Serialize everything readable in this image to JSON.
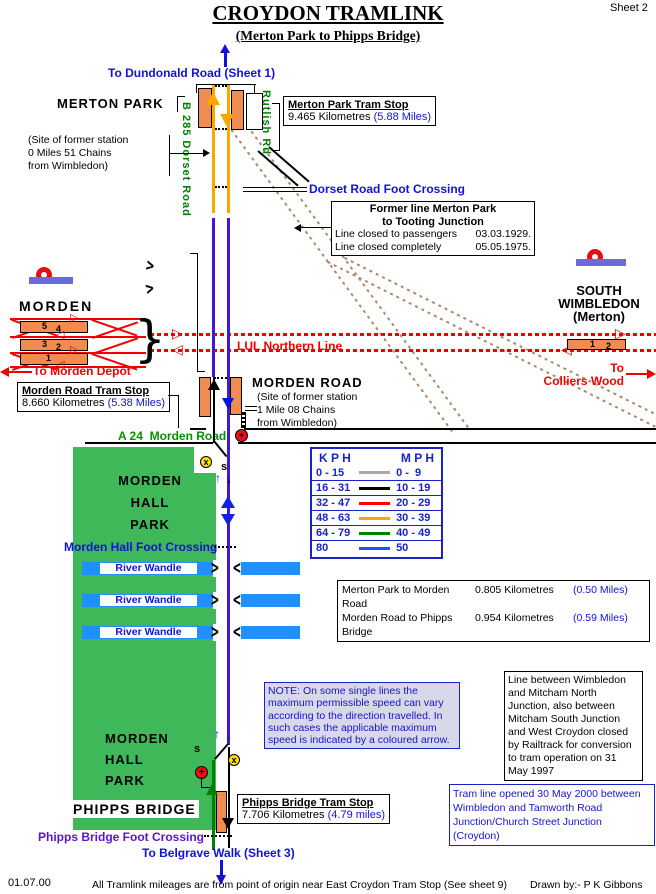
{
  "header": {
    "title": "CROYDON TRAMLINK",
    "subtitle": "(Merton Park to Phipps Bridge)",
    "sheet": "Sheet 2"
  },
  "nav": {
    "to_dundonald": "To Dundonald Road (Sheet 1)",
    "to_belgrave": "To Belgrave Walk (Sheet 3)",
    "to_morden_depot": "To Morden Depot",
    "to_colliers_line1": "To",
    "to_colliers_line2": "Colliers Wood"
  },
  "stations": {
    "merton_park": {
      "label": "MERTON PARK",
      "stop_title": "Merton Park Tram Stop",
      "km": "9.465 Kilometres",
      "miles": "(5.88 Miles)",
      "site_note": [
        "(Site of former station",
        "0 Miles 51 Chains",
        "from Wimbledon)"
      ]
    },
    "morden": {
      "label": "MORDEN",
      "platforms": [
        "5",
        "4",
        "3",
        "2",
        "1"
      ]
    },
    "south_wimbledon": {
      "label_line1": "SOUTH",
      "label_line2": "WIMBLEDON",
      "label_line3": "(Merton)",
      "platforms": [
        "1",
        "2"
      ]
    },
    "morden_road": {
      "label": "MORDEN ROAD",
      "stop_title": "Morden Road Tram Stop",
      "km": "8.660 Kilometres",
      "miles": "(5.38 Miles)",
      "site_note": [
        "(Site of former station",
        "1 Mile  08 Chains",
        "from Wimbledon)"
      ]
    },
    "phipps_bridge": {
      "label": "PHIPPS BRIDGE",
      "stop_title": "Phipps Bridge Tram Stop",
      "km": "7.706 Kilometres",
      "miles": "(4.79 miles)"
    }
  },
  "roads": {
    "b285": "B 285  Dorset Road",
    "rutlish": "Rutlish Rd",
    "a24": "A 24  Morden Road"
  },
  "crossings": {
    "dorset": "Dorset Road Foot Crossing",
    "morden_hall": "Morden Hall Foot Crossing",
    "phipps": "Phipps Bridge Foot Crossing"
  },
  "lul": {
    "line_label": "LUL Northern Line"
  },
  "former_line_box": {
    "title_line1": "Former line Merton Park",
    "title_line2": "to Tooting Junction",
    "rows": [
      {
        "label": "Line closed to passengers",
        "value": "03.03.1929."
      },
      {
        "label": "Line closed completely",
        "value": "05.05.1975."
      }
    ]
  },
  "park": {
    "line1": "MORDEN",
    "line2": "HALL",
    "line3": "PARK"
  },
  "river": {
    "label": "River Wandle"
  },
  "legend": {
    "kph_header": "K P H",
    "mph_header": "M P H",
    "rows": [
      {
        "kph": "0 - 15",
        "mph": "0 -  9",
        "color": "#A8A8A8"
      },
      {
        "kph": "16 - 31",
        "mph": "10 - 19",
        "color": "#000000"
      },
      {
        "kph": "32 - 47",
        "mph": "20 - 29",
        "color": "#FF0000"
      },
      {
        "kph": "48 - 63",
        "mph": "30 - 39",
        "color": "#FFA500"
      },
      {
        "kph": "64 - 79",
        "mph": "40 - 49",
        "color": "#008000"
      },
      {
        "kph": "80",
        "mph": "50",
        "color": "#1E50FF"
      }
    ]
  },
  "distances": {
    "rows": [
      {
        "label": "Merton Park to Morden Road",
        "km": "0.805 Kilometres",
        "miles": "(0.50 Miles)"
      },
      {
        "label": "Morden Road to Phipps Bridge",
        "km": "0.954 Kilometres",
        "miles": "(0.59 Miles)"
      }
    ]
  },
  "notes": {
    "speed_note": "NOTE: On some single lines the maximum permissible speed can vary according to the direction travelled. In such cases the applicable maximum speed is indicated by a coloured arrow.",
    "closure_note": "Line between Wimbledon and Mitcham North Junction, also between Mitcham South Junction and West Croydon closed by Railtrack for conversion to tram operation on 31 May 1997",
    "opening_note": "Tram line opened 30 May 2000 between Wimbledon and Tamworth Road Junction/Church Street Junction (Croydon)"
  },
  "footer": {
    "date": "01.07.00",
    "mileage_note": "All Tramlink mileages are from point of origin near East Croydon Tram Stop (See sheet 9)",
    "drawn_by": "Drawn by:- P K Gibbons"
  },
  "signals": {
    "s_label": "s"
  },
  "icons": {
    "hollow_arrow_right": "▷",
    "hollow_arrow_left": "◁",
    "chevron_right": ">",
    "chevron_left": "<",
    "arrow_up": "↑",
    "arrow_down": "↓",
    "plus": "+",
    "x_mark": "x",
    "brace": "}"
  },
  "colors": {
    "tram_track": "#4419CC",
    "orange_speed": "#FFA500",
    "green_speed": "#008000",
    "lul_red": "#F20000",
    "park_green": "#3FB85A",
    "river_blue": "#2090FF",
    "platform_orange": "#F28B50",
    "note_bg": "#D8D8E8",
    "roundel_bar": "#6A6AD8"
  }
}
